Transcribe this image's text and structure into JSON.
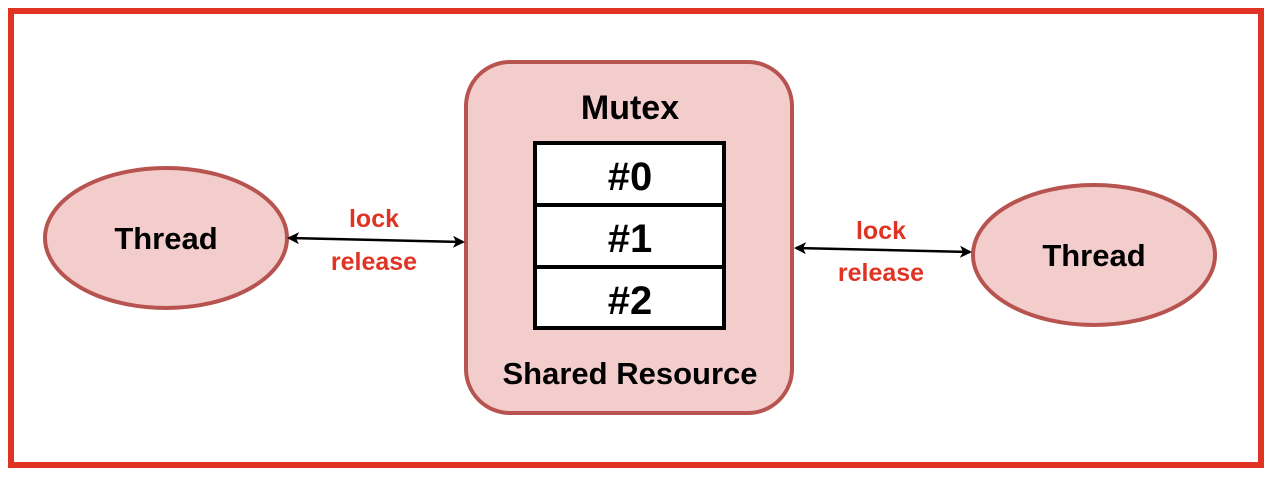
{
  "diagram": {
    "left_thread": {
      "label": "Thread"
    },
    "right_thread": {
      "label": "Thread"
    },
    "mutex": {
      "title": "Mutex",
      "slots": [
        "#0",
        "#1",
        "#2"
      ],
      "footer": "Shared Resource"
    },
    "left_link": {
      "top_label": "lock",
      "bottom_label": "release"
    },
    "right_link": {
      "top_label": "lock",
      "bottom_label": "release"
    }
  },
  "colors": {
    "frame": "#e03323",
    "node_fill": "#f2cdcc",
    "node_stroke": "#b85450",
    "link_label": "#e03323",
    "text": "#000000"
  }
}
